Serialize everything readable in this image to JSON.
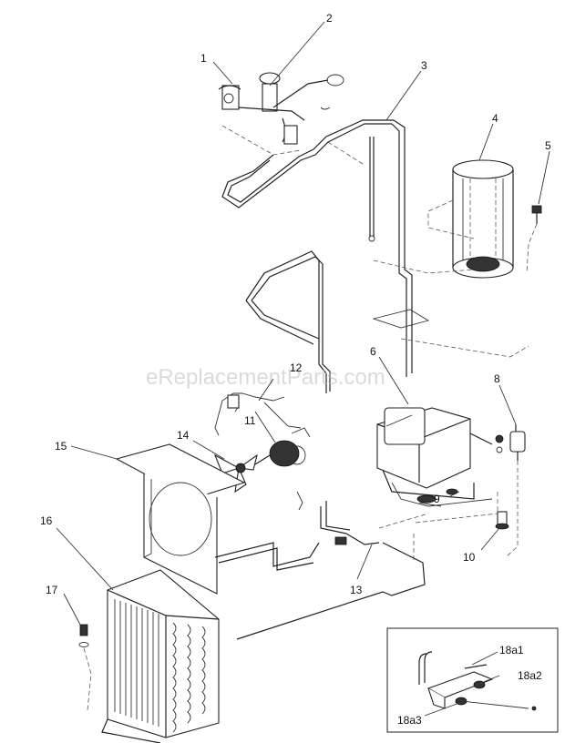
{
  "watermark": "eReplacementParts.com",
  "callouts": {
    "c1": "1",
    "c2": "2",
    "c3": "3",
    "c4": "4",
    "c5": "5",
    "c6": "6",
    "c8": "8",
    "c9": "9",
    "c10": "10",
    "c11": "11",
    "c12": "12",
    "c13": "13",
    "c14": "14",
    "c15": "15",
    "c16": "16",
    "c17": "17",
    "c18a1": "18a1",
    "c18a2": "18a2",
    "c18a3": "18a3"
  }
}
